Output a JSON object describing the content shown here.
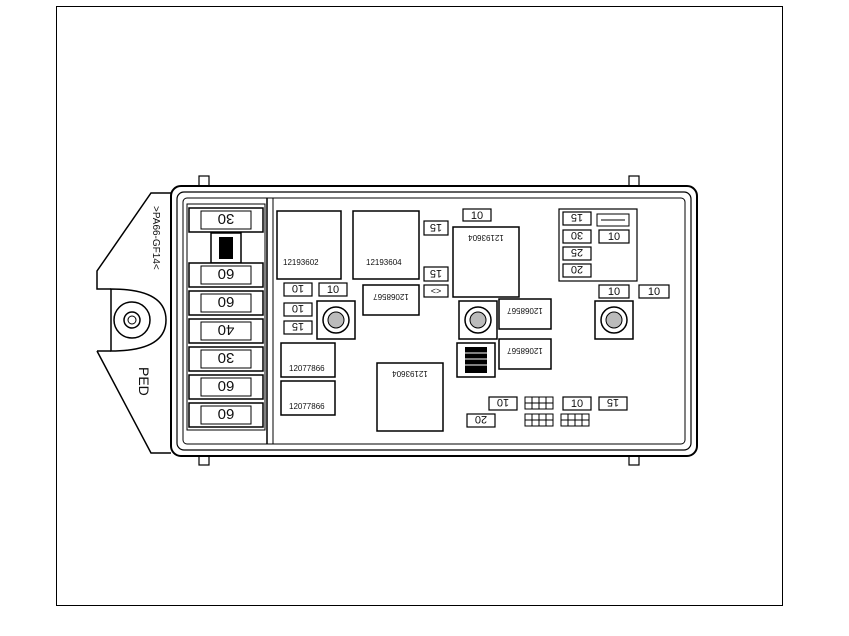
{
  "module": {
    "side_code": ">PA66-GF14<",
    "side_label": "PED"
  },
  "maxi_fuses": [
    "30",
    "60",
    "60",
    "40",
    "30",
    "60",
    "60"
  ],
  "relays": {
    "r1": "12193602",
    "r2": "12193604",
    "r3": "12193604",
    "r4": "12193604",
    "r5": "12068567",
    "r6": "12068567",
    "r7": "12068567",
    "r8": "12077866",
    "r9": "12077866"
  },
  "mini_fuses": {
    "top_10": "10",
    "f15_a": "15",
    "f15_b": "15",
    "diode": "<>",
    "f10_a": "10",
    "f10_b": "10",
    "f10_c": "10",
    "f15_c": "15",
    "g15": "15",
    "g30": "30",
    "g25": "25",
    "g20": "20",
    "g10": "10",
    "f10_d": "10",
    "f10_e": "10",
    "f10_f": "10",
    "f10_g": "10",
    "f15_d": "15",
    "f20": "20"
  }
}
